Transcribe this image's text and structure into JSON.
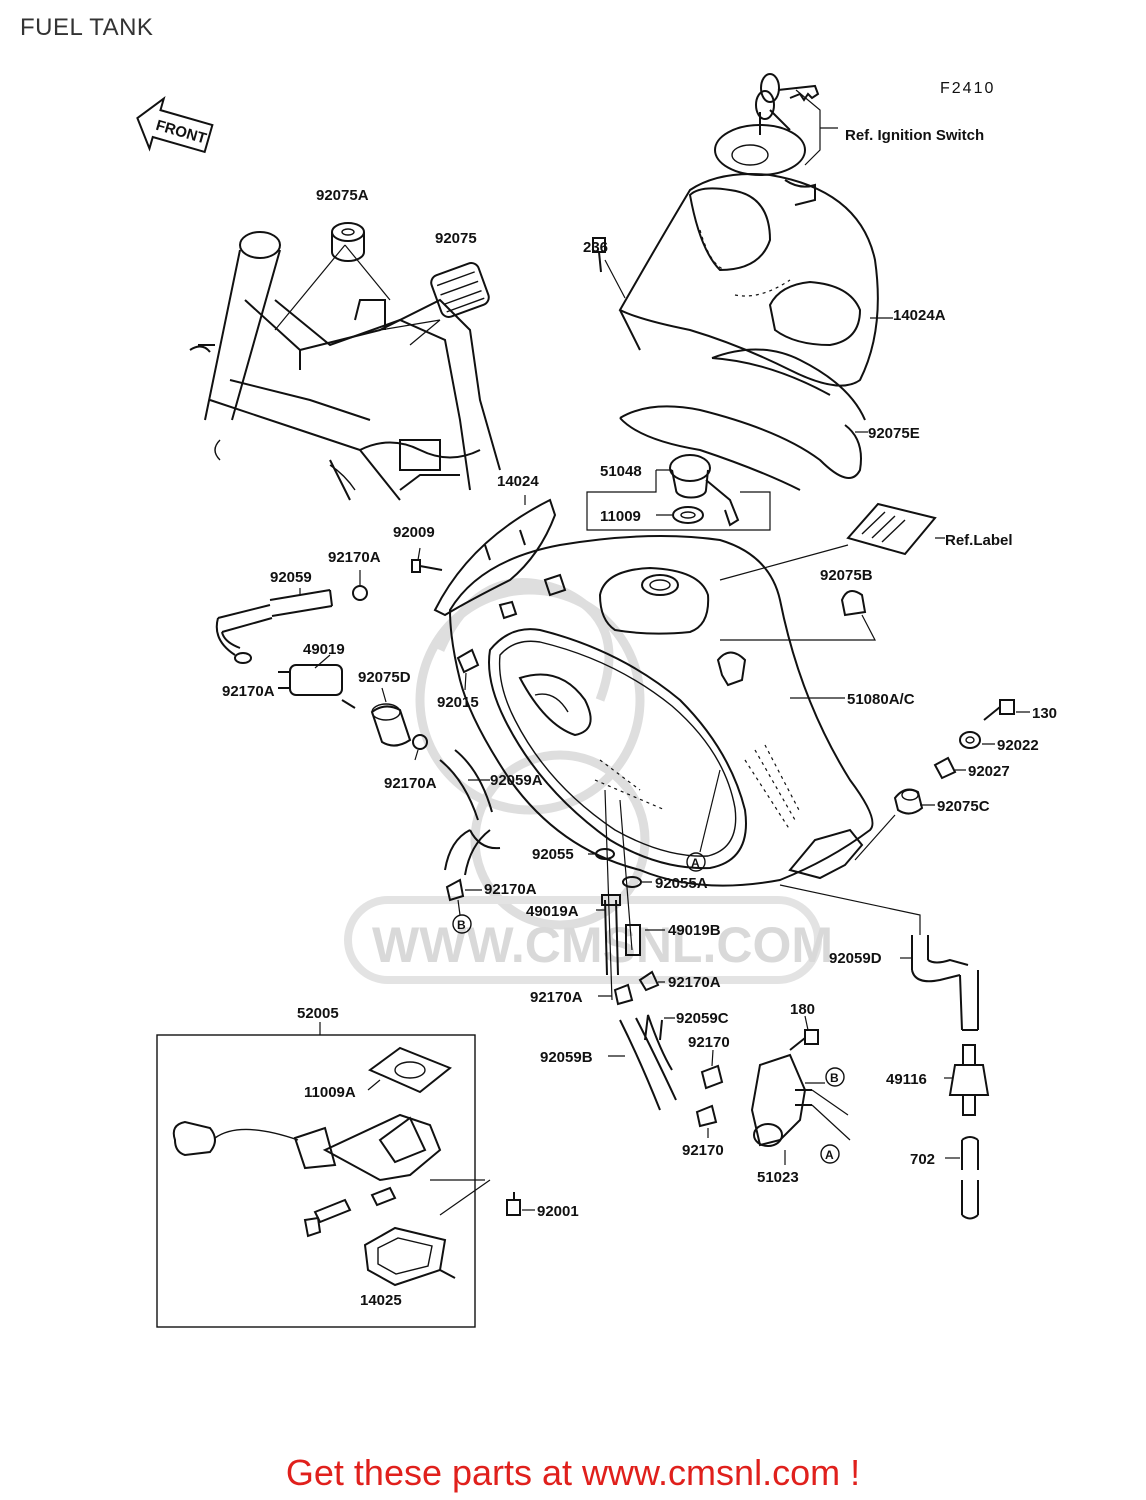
{
  "page": {
    "title": "FUEL TANK",
    "figure_code": "F2410",
    "front_arrow_label": "FRONT",
    "watermark_text": "WWW.CMSNL.COM",
    "promo_text": "Get these parts at www.cmsnl.com !",
    "promo_color": "#e0201c"
  },
  "references": [
    {
      "key": "ignition",
      "text": "Ref. Ignition Switch"
    },
    {
      "key": "label",
      "text": "Ref.Label"
    }
  ],
  "markers": [
    "A",
    "B"
  ],
  "parts": [
    {
      "key": "p92075A",
      "label": "92075A"
    },
    {
      "key": "p92075",
      "label": "92075"
    },
    {
      "key": "p236",
      "label": "236"
    },
    {
      "key": "p14024A",
      "label": "14024A"
    },
    {
      "key": "p92075E",
      "label": "92075E"
    },
    {
      "key": "p51048",
      "label": "51048"
    },
    {
      "key": "p11009",
      "label": "11009"
    },
    {
      "key": "p14024",
      "label": "14024"
    },
    {
      "key": "p92009",
      "label": "92009"
    },
    {
      "key": "p92170A_1",
      "label": "92170A"
    },
    {
      "key": "p92059",
      "label": "92059"
    },
    {
      "key": "p49019",
      "label": "49019"
    },
    {
      "key": "p92075D",
      "label": "92075D"
    },
    {
      "key": "p92170A_2",
      "label": "92170A"
    },
    {
      "key": "p92015",
      "label": "92015"
    },
    {
      "key": "p92170A_3",
      "label": "92170A"
    },
    {
      "key": "p92059A",
      "label": "92059A"
    },
    {
      "key": "p92075B",
      "label": "92075B"
    },
    {
      "key": "p51080AC",
      "label": "51080A/C"
    },
    {
      "key": "p130",
      "label": "130"
    },
    {
      "key": "p92022",
      "label": "92022"
    },
    {
      "key": "p92027",
      "label": "92027"
    },
    {
      "key": "p92075C",
      "label": "92075C"
    },
    {
      "key": "p92055",
      "label": "92055"
    },
    {
      "key": "p92055A",
      "label": "92055A"
    },
    {
      "key": "p92170A_4",
      "label": "92170A"
    },
    {
      "key": "p49019A",
      "label": "49019A"
    },
    {
      "key": "p49019B",
      "label": "49019B"
    },
    {
      "key": "p92059D",
      "label": "92059D"
    },
    {
      "key": "p92170A_5",
      "label": "92170A"
    },
    {
      "key": "p92170A_6",
      "label": "92170A"
    },
    {
      "key": "p52005",
      "label": "52005"
    },
    {
      "key": "p92059C",
      "label": "92059C"
    },
    {
      "key": "p180",
      "label": "180"
    },
    {
      "key": "p92059B",
      "label": "92059B"
    },
    {
      "key": "p92170_1",
      "label": "92170"
    },
    {
      "key": "p11009A",
      "label": "11009A"
    },
    {
      "key": "p49116",
      "label": "49116"
    },
    {
      "key": "p92170_2",
      "label": "92170"
    },
    {
      "key": "p51023",
      "label": "51023"
    },
    {
      "key": "p702",
      "label": "702"
    },
    {
      "key": "p92001",
      "label": "92001"
    },
    {
      "key": "p14025",
      "label": "14025"
    }
  ]
}
